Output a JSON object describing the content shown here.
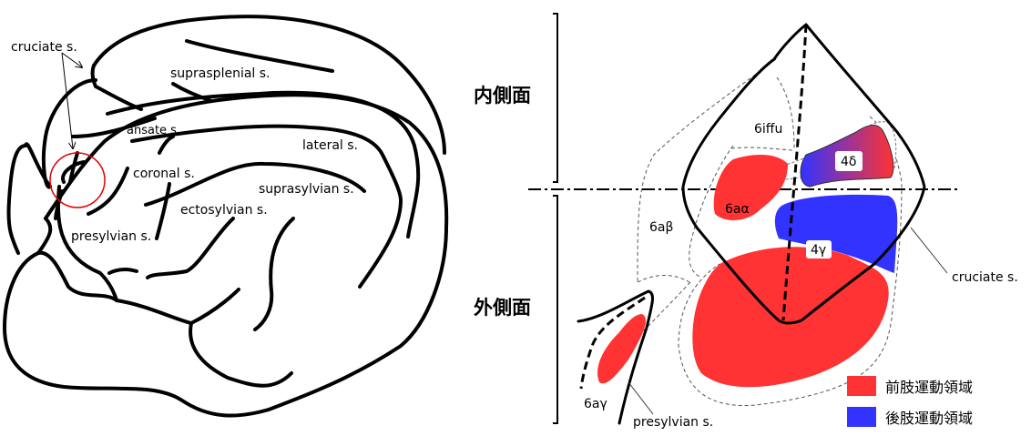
{
  "left_panel": {
    "labels": {
      "cruciate": "cruciate s.",
      "suprasplenial": "suprasplenial s.",
      "ansate": "ansate s.",
      "lateral": "lateral s.",
      "coronal": "coronal s.",
      "suprasylvian": "suprasylvian s.",
      "ectosylvian": "ectosylvian s.",
      "presylvian": "presylvian s."
    },
    "highlight_color": "#e00000"
  },
  "right_panel": {
    "medial_label": "内側面",
    "lateral_label": "外側面",
    "areas": {
      "a6iffu": "6iffu",
      "a4delta": "4δ",
      "a6aalpha": "6aα",
      "a6abeta": "6aβ",
      "a4gamma": "4γ",
      "a6agamma": "6aγ"
    },
    "cruciate_label": "cruciate s.",
    "presylvian_label": "presylvian s.",
    "legend": [
      {
        "label": "前肢運動領域",
        "color": "#ff3333"
      },
      {
        "label": "後肢運動領域",
        "color": "#3333ff"
      }
    ]
  }
}
